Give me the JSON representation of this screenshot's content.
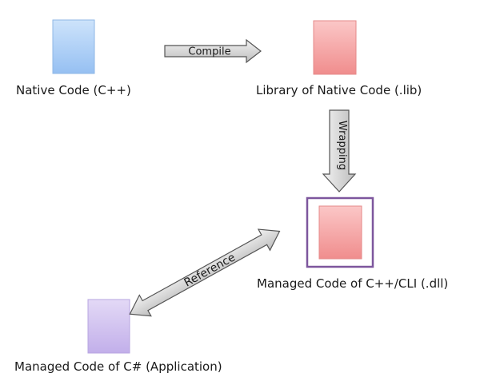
{
  "nodes": {
    "native_code": {
      "label": "Native Code (C++)",
      "color": "#a9cdf6"
    },
    "native_lib": {
      "label": "Library of Native Code (.lib)",
      "color": "#f7a7a7"
    },
    "managed_cli": {
      "label": "Managed Code of C++/CLI (.dll)",
      "color": "#f7a7a7",
      "frame_color": "#7d569d"
    },
    "managed_csharp": {
      "label": "Managed Code of C# (Application)",
      "color": "#d2c3ee"
    }
  },
  "arrows": {
    "compile": {
      "label": "Compile"
    },
    "wrapping": {
      "label": "Wrapping"
    },
    "reference": {
      "label": "Reference"
    }
  },
  "colors": {
    "arrow_fill": "#d0d0d0",
    "arrow_stroke": "#555555"
  }
}
